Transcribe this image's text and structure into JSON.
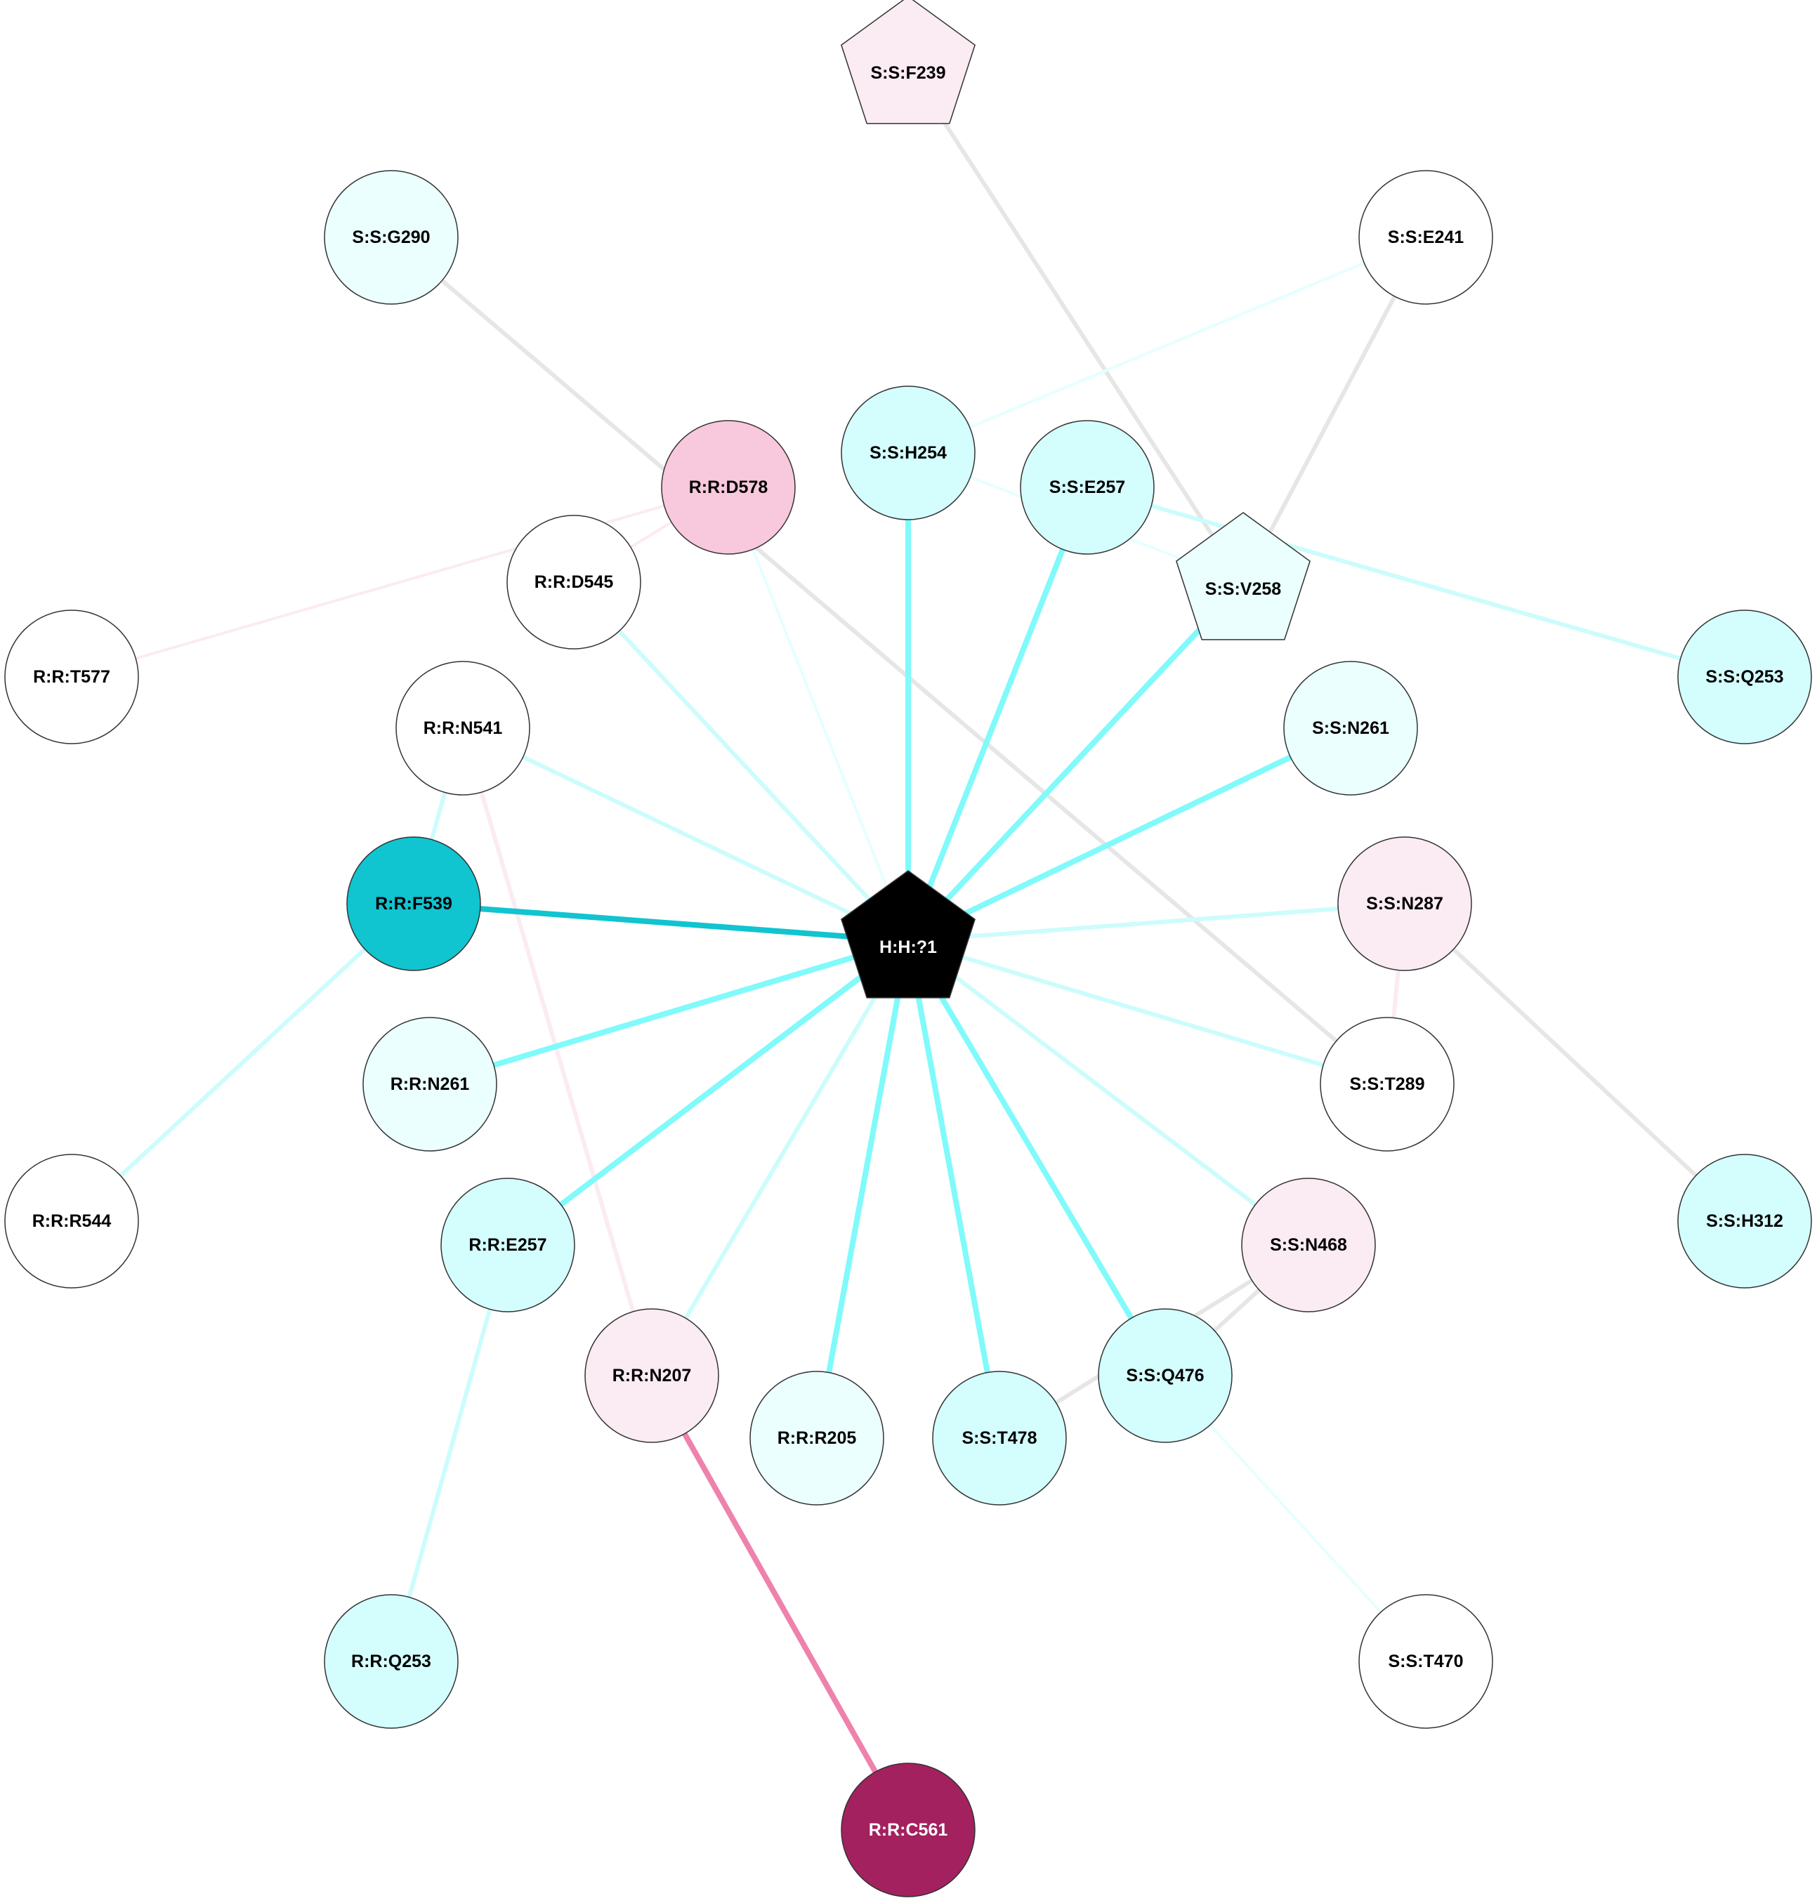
{
  "nodes": [
    {
      "id": "H:H:?1",
      "label": "H:H:?1",
      "shape": "pentagon",
      "fill": "#000000",
      "text_color": "#ffffff"
    },
    {
      "id": "S:S:F239",
      "label": "S:S:F239",
      "shape": "pentagon",
      "fill": "#fbebf2",
      "text_color": "#000000"
    },
    {
      "id": "S:S:V258",
      "label": "S:S:V258",
      "shape": "pentagon",
      "fill": "#eafffe",
      "text_color": "#000000"
    },
    {
      "id": "S:S:G290",
      "label": "S:S:G290",
      "shape": "circle",
      "fill": "#eafffe",
      "text_color": "#000000"
    },
    {
      "id": "S:S:E241",
      "label": "S:S:E241",
      "shape": "circle",
      "fill": "#ffffff",
      "text_color": "#000000"
    },
    {
      "id": "S:S:H254",
      "label": "S:S:H254",
      "shape": "circle",
      "fill": "#d4fdfd",
      "text_color": "#000000"
    },
    {
      "id": "R:R:D578",
      "label": "R:R:D578",
      "shape": "circle",
      "fill": "#f8c8dc",
      "text_color": "#000000"
    },
    {
      "id": "S:S:E257",
      "label": "S:S:E257",
      "shape": "circle",
      "fill": "#d4fdfd",
      "text_color": "#000000"
    },
    {
      "id": "R:R:D545",
      "label": "R:R:D545",
      "shape": "circle",
      "fill": "#ffffff",
      "text_color": "#000000"
    },
    {
      "id": "R:R:T577",
      "label": "R:R:T577",
      "shape": "circle",
      "fill": "#ffffff",
      "text_color": "#000000"
    },
    {
      "id": "S:S:Q253",
      "label": "S:S:Q253",
      "shape": "circle",
      "fill": "#d4fdfd",
      "text_color": "#000000"
    },
    {
      "id": "R:R:N541",
      "label": "R:R:N541",
      "shape": "circle",
      "fill": "#ffffff",
      "text_color": "#000000"
    },
    {
      "id": "S:S:N261",
      "label": "S:S:N261",
      "shape": "circle",
      "fill": "#eafffe",
      "text_color": "#000000"
    },
    {
      "id": "R:R:F539",
      "label": "R:R:F539",
      "shape": "circle",
      "fill": "#10c4d0",
      "text_color": "#000000"
    },
    {
      "id": "S:S:N287",
      "label": "S:S:N287",
      "shape": "circle",
      "fill": "#fbebf2",
      "text_color": "#000000"
    },
    {
      "id": "R:R:N261",
      "label": "R:R:N261",
      "shape": "circle",
      "fill": "#eafffe",
      "text_color": "#000000"
    },
    {
      "id": "S:S:T289",
      "label": "S:S:T289",
      "shape": "circle",
      "fill": "#ffffff",
      "text_color": "#000000"
    },
    {
      "id": "R:R:R544",
      "label": "R:R:R544",
      "shape": "circle",
      "fill": "#ffffff",
      "text_color": "#000000"
    },
    {
      "id": "S:S:H312",
      "label": "S:S:H312",
      "shape": "circle",
      "fill": "#d4fdfd",
      "text_color": "#000000"
    },
    {
      "id": "R:R:E257",
      "label": "R:R:E257",
      "shape": "circle",
      "fill": "#d4fdfd",
      "text_color": "#000000"
    },
    {
      "id": "S:S:N468",
      "label": "S:S:N468",
      "shape": "circle",
      "fill": "#fbebf2",
      "text_color": "#000000"
    },
    {
      "id": "R:R:N207",
      "label": "R:R:N207",
      "shape": "circle",
      "fill": "#fbebf2",
      "text_color": "#000000"
    },
    {
      "id": "S:S:Q476",
      "label": "S:S:Q476",
      "shape": "circle",
      "fill": "#d4fdfd",
      "text_color": "#000000"
    },
    {
      "id": "R:R:R205",
      "label": "R:R:R205",
      "shape": "circle",
      "fill": "#eafffe",
      "text_color": "#000000"
    },
    {
      "id": "S:S:T478",
      "label": "S:S:T478",
      "shape": "circle",
      "fill": "#d4fdfd",
      "text_color": "#000000"
    },
    {
      "id": "R:R:Q253",
      "label": "R:R:Q253",
      "shape": "circle",
      "fill": "#d4fdfd",
      "text_color": "#000000"
    },
    {
      "id": "S:S:T470",
      "label": "S:S:T470",
      "shape": "circle",
      "fill": "#ffffff",
      "text_color": "#000000"
    },
    {
      "id": "R:R:C561",
      "label": "R:R:C561",
      "shape": "circle",
      "fill": "#a3215e",
      "text_color": "#ffffff"
    }
  ],
  "edges": [
    {
      "source": "S:S:F239",
      "target": "S:S:V258",
      "color": "#e6e6e6",
      "weight": "medium"
    },
    {
      "source": "S:S:G290",
      "target": "S:S:T289",
      "color": "#e6e6e6",
      "weight": "medium"
    },
    {
      "source": "S:S:E241",
      "target": "S:S:H254",
      "color": "#e6ffff",
      "weight": "light"
    },
    {
      "source": "S:S:E241",
      "target": "S:S:V258",
      "color": "#e6e6e6",
      "weight": "medium"
    },
    {
      "source": "S:S:H254",
      "target": "S:S:V258",
      "color": "#e6ffff",
      "weight": "light"
    },
    {
      "source": "S:S:H254",
      "target": "H:H:?1",
      "color": "#80fafa",
      "weight": "heavy"
    },
    {
      "source": "R:R:D578",
      "target": "R:R:T577",
      "color": "#fbebf2",
      "weight": "light"
    },
    {
      "source": "R:R:D578",
      "target": "R:R:D545",
      "color": "#fbebf2",
      "weight": "light"
    },
    {
      "source": "R:R:D578",
      "target": "H:H:?1",
      "color": "#e6ffff",
      "weight": "light"
    },
    {
      "source": "S:S:E257",
      "target": "S:S:Q253",
      "color": "#ccfcfc",
      "weight": "medium"
    },
    {
      "source": "S:S:E257",
      "target": "H:H:?1",
      "color": "#80fafa",
      "weight": "heavy"
    },
    {
      "source": "R:R:D545",
      "target": "H:H:?1",
      "color": "#ccfcfc",
      "weight": "medium"
    },
    {
      "source": "S:S:V258",
      "target": "H:H:?1",
      "color": "#80fafa",
      "weight": "heavy"
    },
    {
      "source": "R:R:N541",
      "target": "R:R:F539",
      "color": "#ccfcfc",
      "weight": "medium"
    },
    {
      "source": "R:R:N541",
      "target": "R:R:N207",
      "color": "#fbebf2",
      "weight": "medium"
    },
    {
      "source": "R:R:N541",
      "target": "H:H:?1",
      "color": "#ccfcfc",
      "weight": "medium"
    },
    {
      "source": "S:S:N261",
      "target": "H:H:?1",
      "color": "#80fafa",
      "weight": "heavy"
    },
    {
      "source": "R:R:F539",
      "target": "H:H:?1",
      "color": "#10c4d0",
      "weight": "heavy"
    },
    {
      "source": "R:R:F539",
      "target": "R:R:R544",
      "color": "#ccfcfc",
      "weight": "medium"
    },
    {
      "source": "S:S:N287",
      "target": "H:H:?1",
      "color": "#ccfcfc",
      "weight": "medium"
    },
    {
      "source": "S:S:N287",
      "target": "S:S:T289",
      "color": "#fbebf2",
      "weight": "medium"
    },
    {
      "source": "S:S:N287",
      "target": "S:S:H312",
      "color": "#e6e6e6",
      "weight": "medium"
    },
    {
      "source": "R:R:N261",
      "target": "H:H:?1",
      "color": "#80fafa",
      "weight": "heavy"
    },
    {
      "source": "S:S:T289",
      "target": "H:H:?1",
      "color": "#ccfcfc",
      "weight": "medium"
    },
    {
      "source": "R:R:E257",
      "target": "H:H:?1",
      "color": "#80fafa",
      "weight": "heavy"
    },
    {
      "source": "R:R:E257",
      "target": "R:R:Q253",
      "color": "#ccfcfc",
      "weight": "medium"
    },
    {
      "source": "S:S:N468",
      "target": "H:H:?1",
      "color": "#ccfcfc",
      "weight": "medium"
    },
    {
      "source": "S:S:N468",
      "target": "S:S:T478",
      "color": "#e6e6e6",
      "weight": "medium"
    },
    {
      "source": "S:S:N468",
      "target": "S:S:Q476",
      "color": "#e6e6e6",
      "weight": "medium"
    },
    {
      "source": "R:R:N207",
      "target": "H:H:?1",
      "color": "#ccfcfc",
      "weight": "medium"
    },
    {
      "source": "R:R:N207",
      "target": "R:R:C561",
      "color": "#ee82ad",
      "weight": "heavy"
    },
    {
      "source": "S:S:Q476",
      "target": "H:H:?1",
      "color": "#80fafa",
      "weight": "heavy"
    },
    {
      "source": "S:S:Q476",
      "target": "S:S:T470",
      "color": "#e6ffff",
      "weight": "light"
    },
    {
      "source": "R:R:R205",
      "target": "H:H:?1",
      "color": "#80fafa",
      "weight": "heavy"
    },
    {
      "source": "S:S:T478",
      "target": "H:H:?1",
      "color": "#80fafa",
      "weight": "heavy"
    }
  ]
}
